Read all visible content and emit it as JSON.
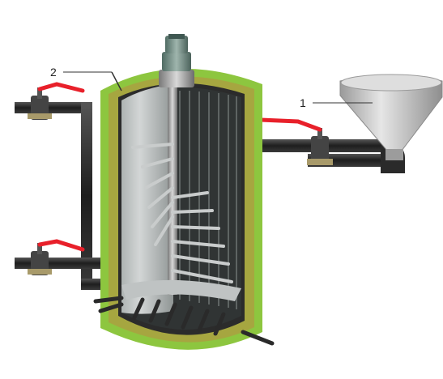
{
  "diagram": {
    "callouts": [
      {
        "id": "1",
        "label": "1",
        "target": "feed-funnel"
      },
      {
        "id": "2",
        "label": "2",
        "target": "insulation-jacket"
      }
    ],
    "colors": {
      "insulation_outer": "#8dc63f",
      "insulation_core": "#a6a640",
      "vessel_wall_dark": "#2b2b2b",
      "vessel_interior": "#333333",
      "pipe": "#2a2a2a",
      "valve_handle": "#e8202a",
      "funnel": "#c8c8c8",
      "leader_line": "#333333"
    }
  }
}
